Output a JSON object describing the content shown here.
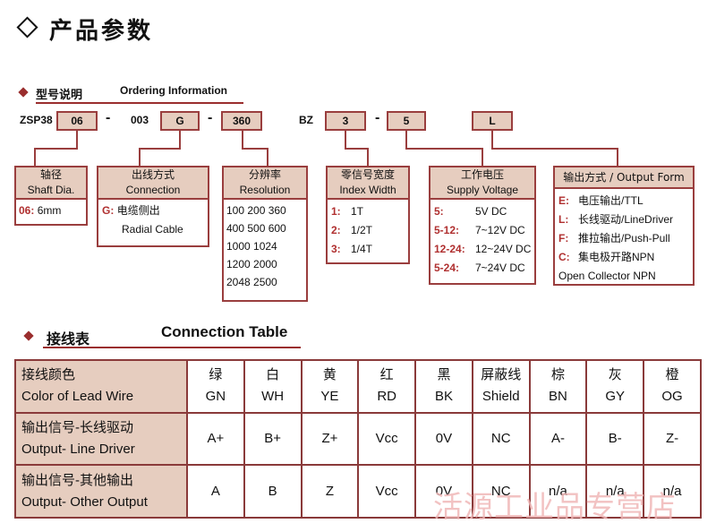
{
  "page_title": "产品参数",
  "ordering": {
    "label_cn": "型号说明",
    "label_en": "Ordering Information",
    "code": {
      "prefix": "ZSP38",
      "shaft": "06",
      "dash1": "-",
      "fixed": "003",
      "connection": "G",
      "dash2": "-",
      "resolution": "360",
      "bz": "BZ",
      "index": "3",
      "dash3": "-",
      "voltage": "5",
      "output": "L"
    },
    "shaft_box": {
      "title_cn": "轴径",
      "title_en": "Shaft Dia.",
      "key": "06:",
      "value": "6mm"
    },
    "connection_box": {
      "title_cn": "出线方式",
      "title_en": "Connection",
      "key": "G:",
      "line1": "电缆侧出",
      "line2": "Radial Cable"
    },
    "resolution_box": {
      "title_cn": "分辨率",
      "title_en": "Resolution",
      "lines": [
        "100 200 360",
        "400 500 600",
        "1000 1024",
        "1200 2000",
        "2048 2500"
      ]
    },
    "index_box": {
      "title_cn": "零信号宽度",
      "title_en": "Index Width",
      "items": [
        {
          "key": "1:",
          "value": "1T"
        },
        {
          "key": "2:",
          "value": "1/2T"
        },
        {
          "key": "3:",
          "value": "1/4T"
        }
      ]
    },
    "voltage_box": {
      "title_cn": "工作电压",
      "title_en": "Supply Voltage",
      "items": [
        {
          "key": "5:",
          "value": "5V DC"
        },
        {
          "key": "5-12:",
          "value": "7~12V DC"
        },
        {
          "key": "12-24:",
          "value": "12~24V DC"
        },
        {
          "key": "5-24:",
          "value": "7~24V DC"
        }
      ]
    },
    "output_box": {
      "title": "输出方式 / Output Form",
      "items": [
        {
          "key": "E:",
          "value": "电压输出/TTL"
        },
        {
          "key": "L:",
          "value": "长线驱动/LineDriver"
        },
        {
          "key": "F:",
          "value": "推拉输出/Push-Pull"
        },
        {
          "key": "C:",
          "value": "集电极开路NPN"
        },
        {
          "key": "",
          "value": "Open Collector NPN"
        }
      ]
    }
  },
  "connection_table": {
    "label_cn": "接线表",
    "label_en": "Connection Table",
    "header": {
      "title_cn": "接线颜色",
      "title_en": "Color of Lead Wire",
      "colors": [
        {
          "cn": "绿",
          "en": "GN"
        },
        {
          "cn": "白",
          "en": "WH"
        },
        {
          "cn": "黄",
          "en": "YE"
        },
        {
          "cn": "红",
          "en": "RD"
        },
        {
          "cn": "黑",
          "en": "BK"
        },
        {
          "cn": "屏蔽线",
          "en": "Shield"
        },
        {
          "cn": "棕",
          "en": "BN"
        },
        {
          "cn": "灰",
          "en": "GY"
        },
        {
          "cn": "橙",
          "en": "OG"
        }
      ]
    },
    "rows": [
      {
        "title_cn": "输出信号-长线驱动",
        "title_en": "Output- Line Driver",
        "values": [
          "A+",
          "B+",
          "Z+",
          "Vcc",
          "0V",
          "NC",
          "A-",
          "B-",
          "Z-"
        ]
      },
      {
        "title_cn": "输出信号-其他输出",
        "title_en": "Output- Other Output",
        "values": [
          "A",
          "B",
          "Z",
          "Vcc",
          "0V",
          "NC",
          "n/a",
          "n/a",
          "n/a"
        ]
      }
    ]
  },
  "watermark": "活源工业品专营店",
  "colors": {
    "accent": "#9a3e3e",
    "box_fill": "#e6cdbf",
    "key_red": "#b03030",
    "watermark": "#f0b8b8"
  }
}
